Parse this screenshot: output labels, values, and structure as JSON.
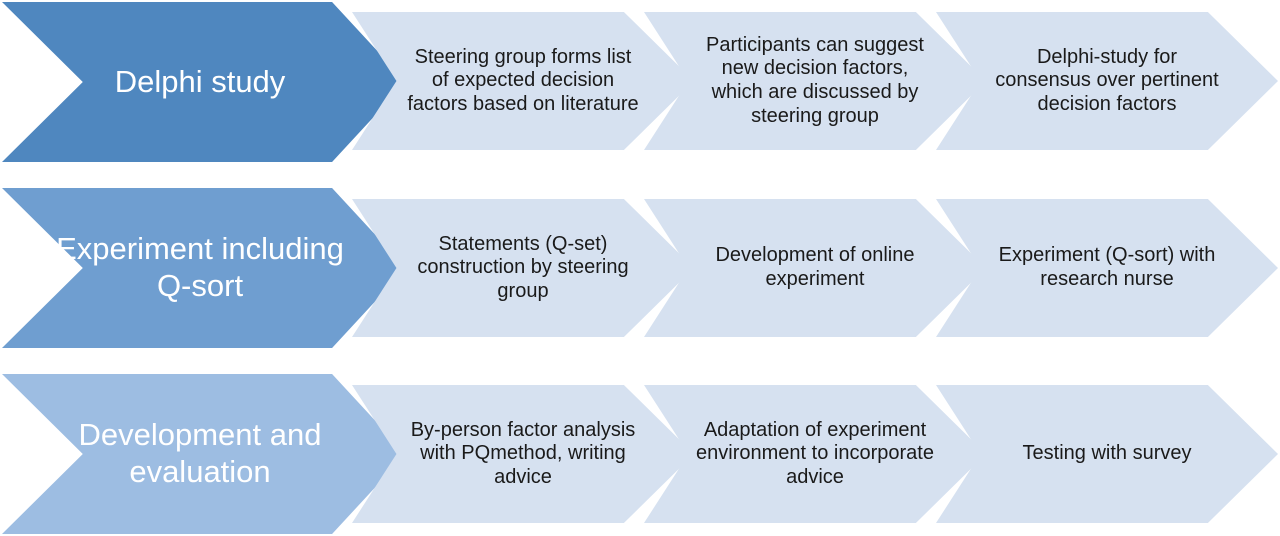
{
  "colors": {
    "row1_main": "#4f87bf",
    "row2_main": "#6f9ed0",
    "row3_main": "#9dbde2",
    "step_fill": "#d6e1f0",
    "main_text": "#ffffff",
    "step_text": "#1a1a1a"
  },
  "rows": [
    {
      "main": "Delphi study",
      "steps": [
        "Steering group forms list of expected decision factors based on literature",
        "Participants can suggest new decision factors, which are discussed by steering group",
        "Delphi-study for consensus over pertinent decision factors"
      ]
    },
    {
      "main": "Experiment including Q-sort",
      "steps": [
        "Statements (Q-set) construction by steering group",
        "Development of online experiment",
        "Experiment (Q-sort) with research nurse"
      ]
    },
    {
      "main": "Development and evaluation",
      "steps": [
        "By-person factor analysis with PQmethod, writing advice",
        "Adaptation of experiment environment to incorporate advice",
        "Testing with survey"
      ]
    }
  ]
}
